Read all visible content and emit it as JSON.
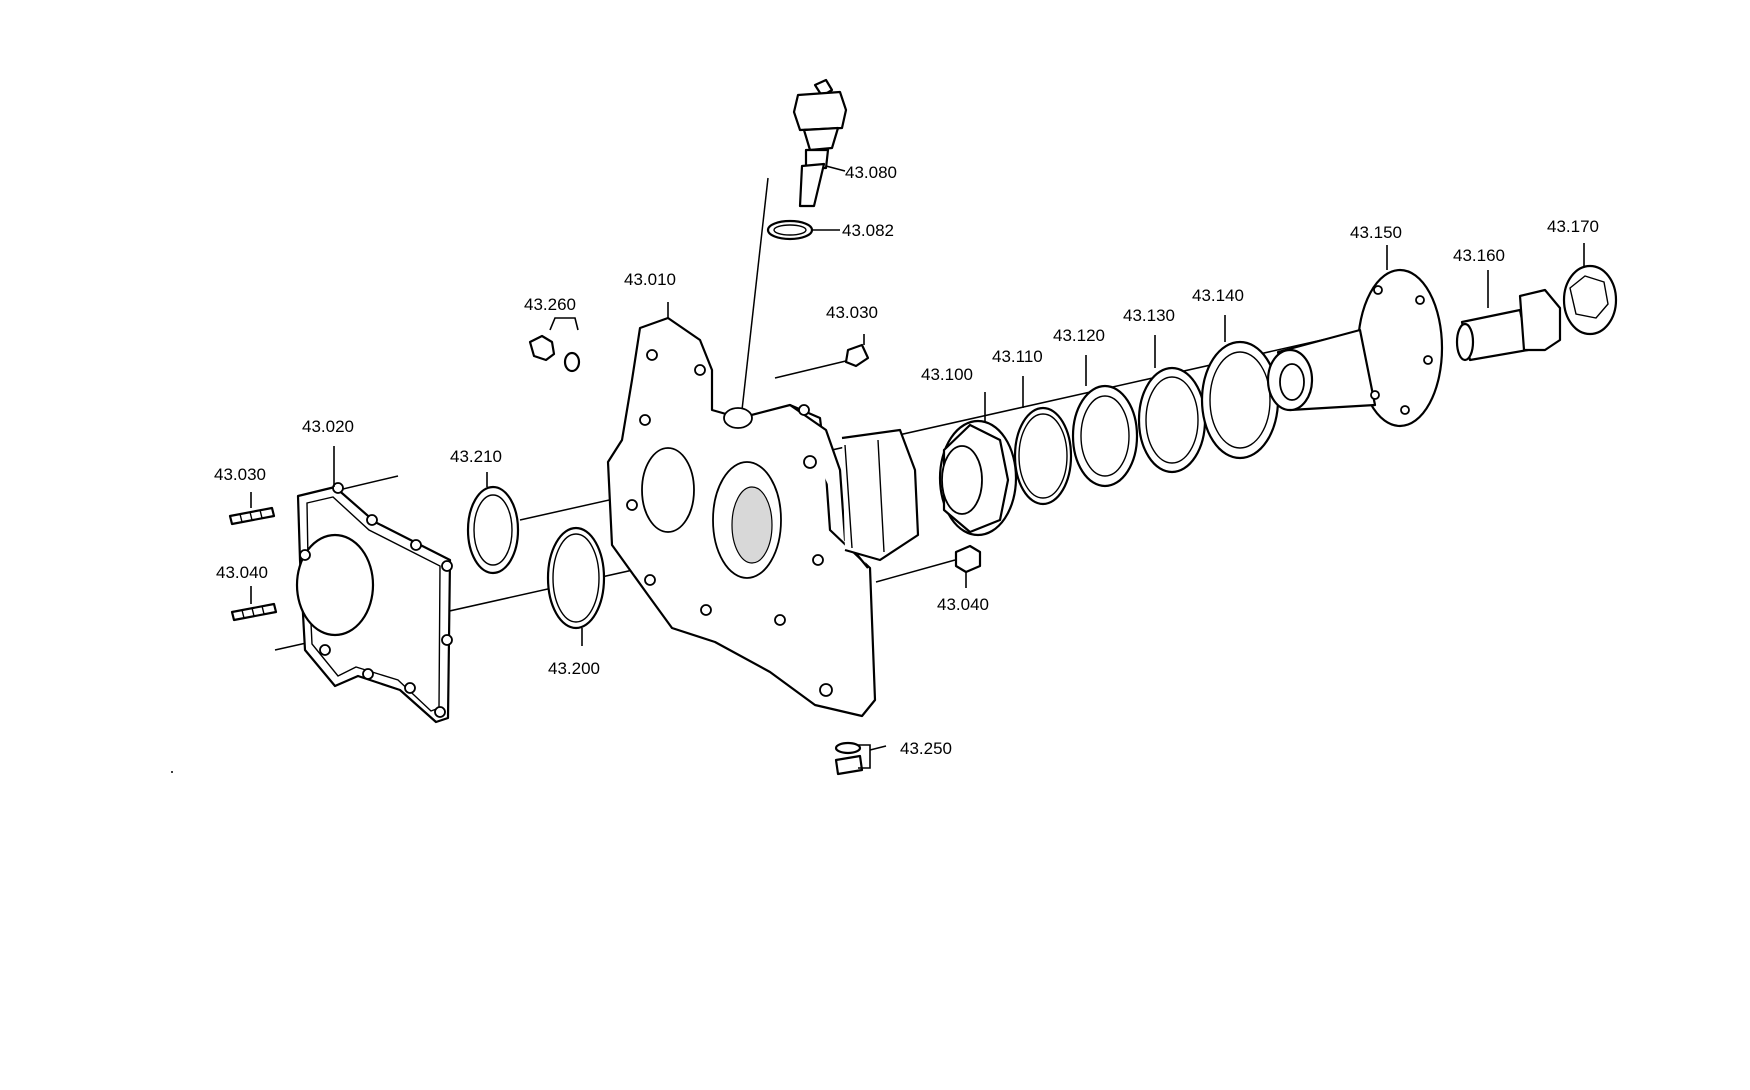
{
  "labels": {
    "p43_080": "43.080",
    "p43_082": "43.082",
    "p43_010": "43.010",
    "p43_260": "43.260",
    "p43_030_top": "43.030",
    "p43_020": "43.020",
    "p43_030_left": "43.030",
    "p43_040_left": "43.040",
    "p43_210": "43.210",
    "p43_200": "43.200",
    "p43_100": "43.100",
    "p43_110": "43.110",
    "p43_120": "43.120",
    "p43_130": "43.130",
    "p43_140": "43.140",
    "p43_150": "43.150",
    "p43_160": "43.160",
    "p43_170": "43.170",
    "p43_040_right": "43.040",
    "p43_250": "43.250"
  }
}
